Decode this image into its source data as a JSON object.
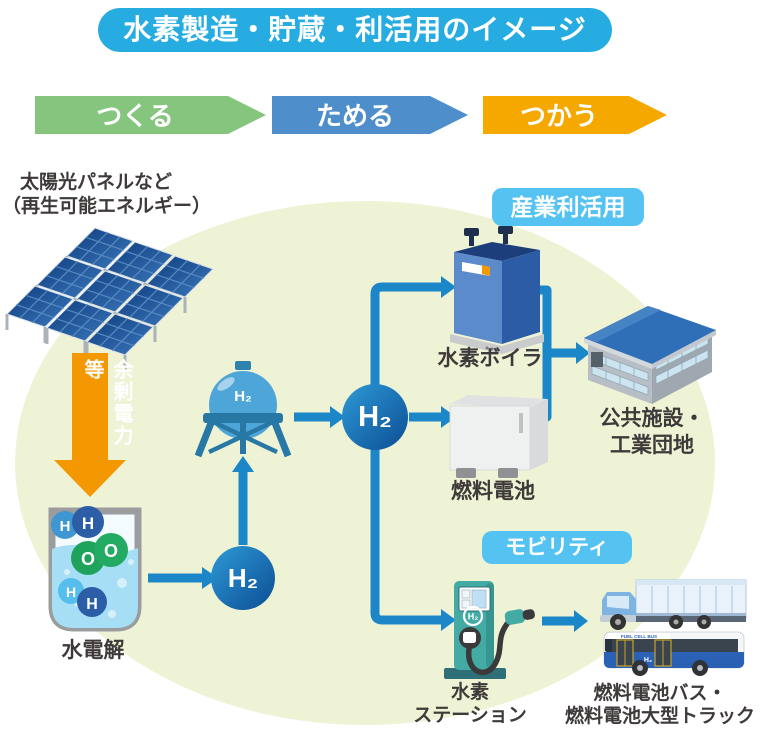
{
  "title": "水素製造・貯蔵・利活用のイメージ",
  "stages": [
    {
      "label": "つくる",
      "color": "#85C57E"
    },
    {
      "label": "ためる",
      "color": "#4E8FCB"
    },
    {
      "label": "つかう",
      "color": "#F5A800"
    }
  ],
  "source_label": {
    "line1": "太陽光パネルなど",
    "line2": "（再生可能エネルギー）"
  },
  "surplus_label": "余剰電力等",
  "electrolysis": {
    "label": "水電解",
    "molecules": [
      "H",
      "H",
      "O",
      "O",
      "H",
      "H"
    ]
  },
  "h2": {
    "small": "H₂",
    "tank": "H₂",
    "hub": "H₂",
    "station_logo": "H₂",
    "bus_h2": "H₂"
  },
  "industry": {
    "badge": "産業利活用",
    "boiler": "水素ボイラ",
    "fuel_cell": "燃料電池",
    "destination": {
      "line1": "公共施設・",
      "line2": "工業団地"
    }
  },
  "mobility": {
    "badge": "モビリティ",
    "station": {
      "line1": "水素",
      "line2": "ステーション"
    },
    "vehicles": {
      "line1": "燃料電池バス・",
      "line2": "燃料電池大型トラック"
    },
    "bus_marking": "FUEL CELL BUS"
  },
  "colors": {
    "title_bg": "#27ACE2",
    "flow_blue": "#1B87C9",
    "surplus_orange": "#F39800",
    "badge_blue": "#54C3F1",
    "ellipse_bg": "#EFF3D5",
    "text_dark": "#3E3A39"
  }
}
